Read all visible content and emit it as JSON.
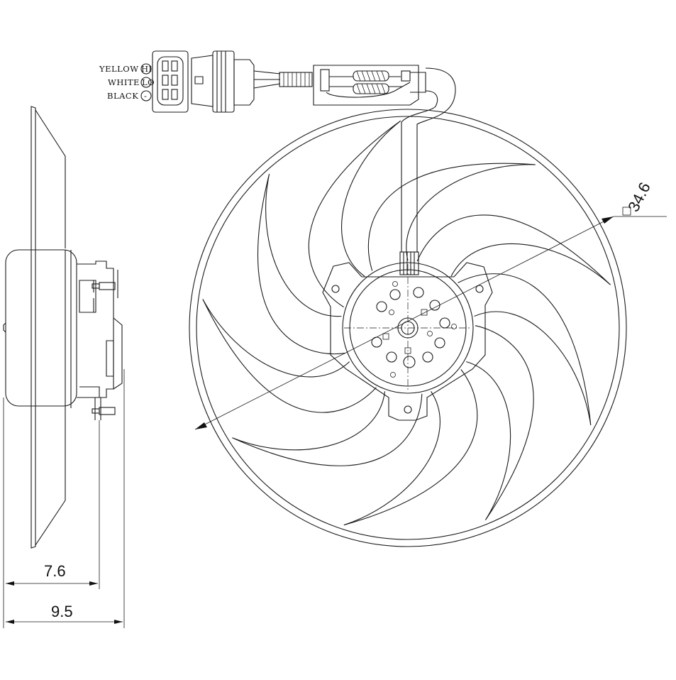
{
  "connector": {
    "wires": [
      {
        "color_label": "YELLOW",
        "pin": "HI"
      },
      {
        "color_label": "WHITE",
        "pin": "LO"
      },
      {
        "color_label": "BLACK",
        "pin": "-"
      }
    ]
  },
  "dimensions": {
    "diameter": "34.6",
    "depth_body": "7.6",
    "depth_total": "9.5"
  },
  "icons": {
    "diameter_marker": "square-diameter-icon"
  }
}
